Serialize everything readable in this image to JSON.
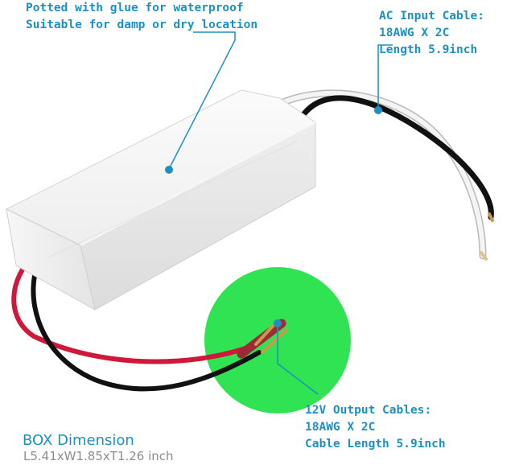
{
  "callouts": {
    "potted": {
      "line1": "Potted with glue for waterproof",
      "line2": "Suitable for damp or dry location"
    },
    "ac_input": {
      "line1": "AC Input Cable:",
      "line2": "18AWG X 2C",
      "line3": "Length 5.9inch"
    },
    "output": {
      "line1": "12V Output Cables:",
      "line2": "18AWG X 2C",
      "line3": "Cable Length 5.9inch"
    }
  },
  "box_dimension": {
    "title": "BOX Dimension",
    "value": "L5.41xW1.85xT1.26 inch"
  },
  "colors": {
    "accent_blue": "#1e8fc1",
    "highlight_green": "#2fe352",
    "dimension_gray": "#8d8d8d",
    "wire_red": "#d0193a",
    "wire_black": "#111111",
    "wire_white": "#f4f4f4"
  }
}
